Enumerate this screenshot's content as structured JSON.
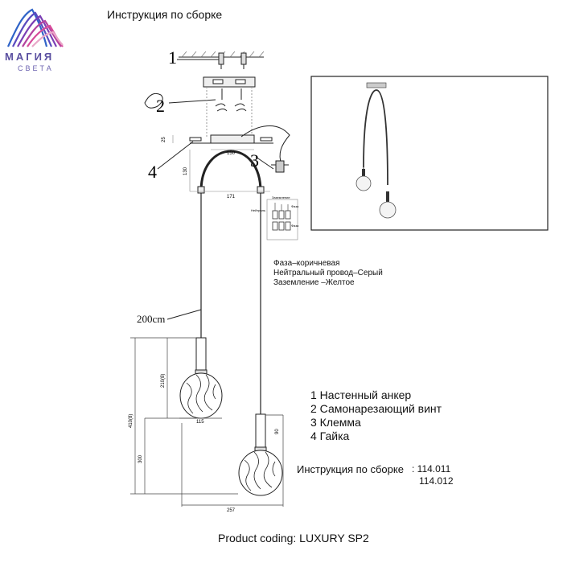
{
  "header": {
    "title": "Инструкция по сборке"
  },
  "brand": {
    "name": "МАГИЯ",
    "tagline": "СВЕТА",
    "colors": [
      "#2f63c8",
      "#7b3fb5",
      "#d74b9a",
      "#e9a7c9"
    ]
  },
  "callouts": {
    "n1": "1",
    "n2": "2",
    "n3": "3",
    "n4": "4"
  },
  "cable_length": "200cm",
  "dimensions": {
    "d25": "25",
    "d130": "130",
    "d150": "150",
    "d171": "171",
    "d210": "210(8)",
    "d410": "410(8)",
    "d115": "115",
    "d90": "90",
    "d300": "300",
    "d257": "257"
  },
  "terminal_labels": [
    "Заземление",
    "Фаза",
    "Нейтраль",
    "Фаза"
  ],
  "wiring": {
    "phase": "Фаза–коричневая",
    "neutral": "Нейтральный провод–Серый",
    "ground": "Заземление –Желтое"
  },
  "legend": [
    "1 Настенный анкер",
    "2 Самонарезающий винт",
    "3 Клемма",
    "4 Гайка"
  ],
  "instructions": {
    "label": "Инструкция по сборке",
    "codes": [
      ": 114.011",
      "114.012"
    ]
  },
  "footer": {
    "product_coding": "Product coding: LUXURY SP2"
  }
}
